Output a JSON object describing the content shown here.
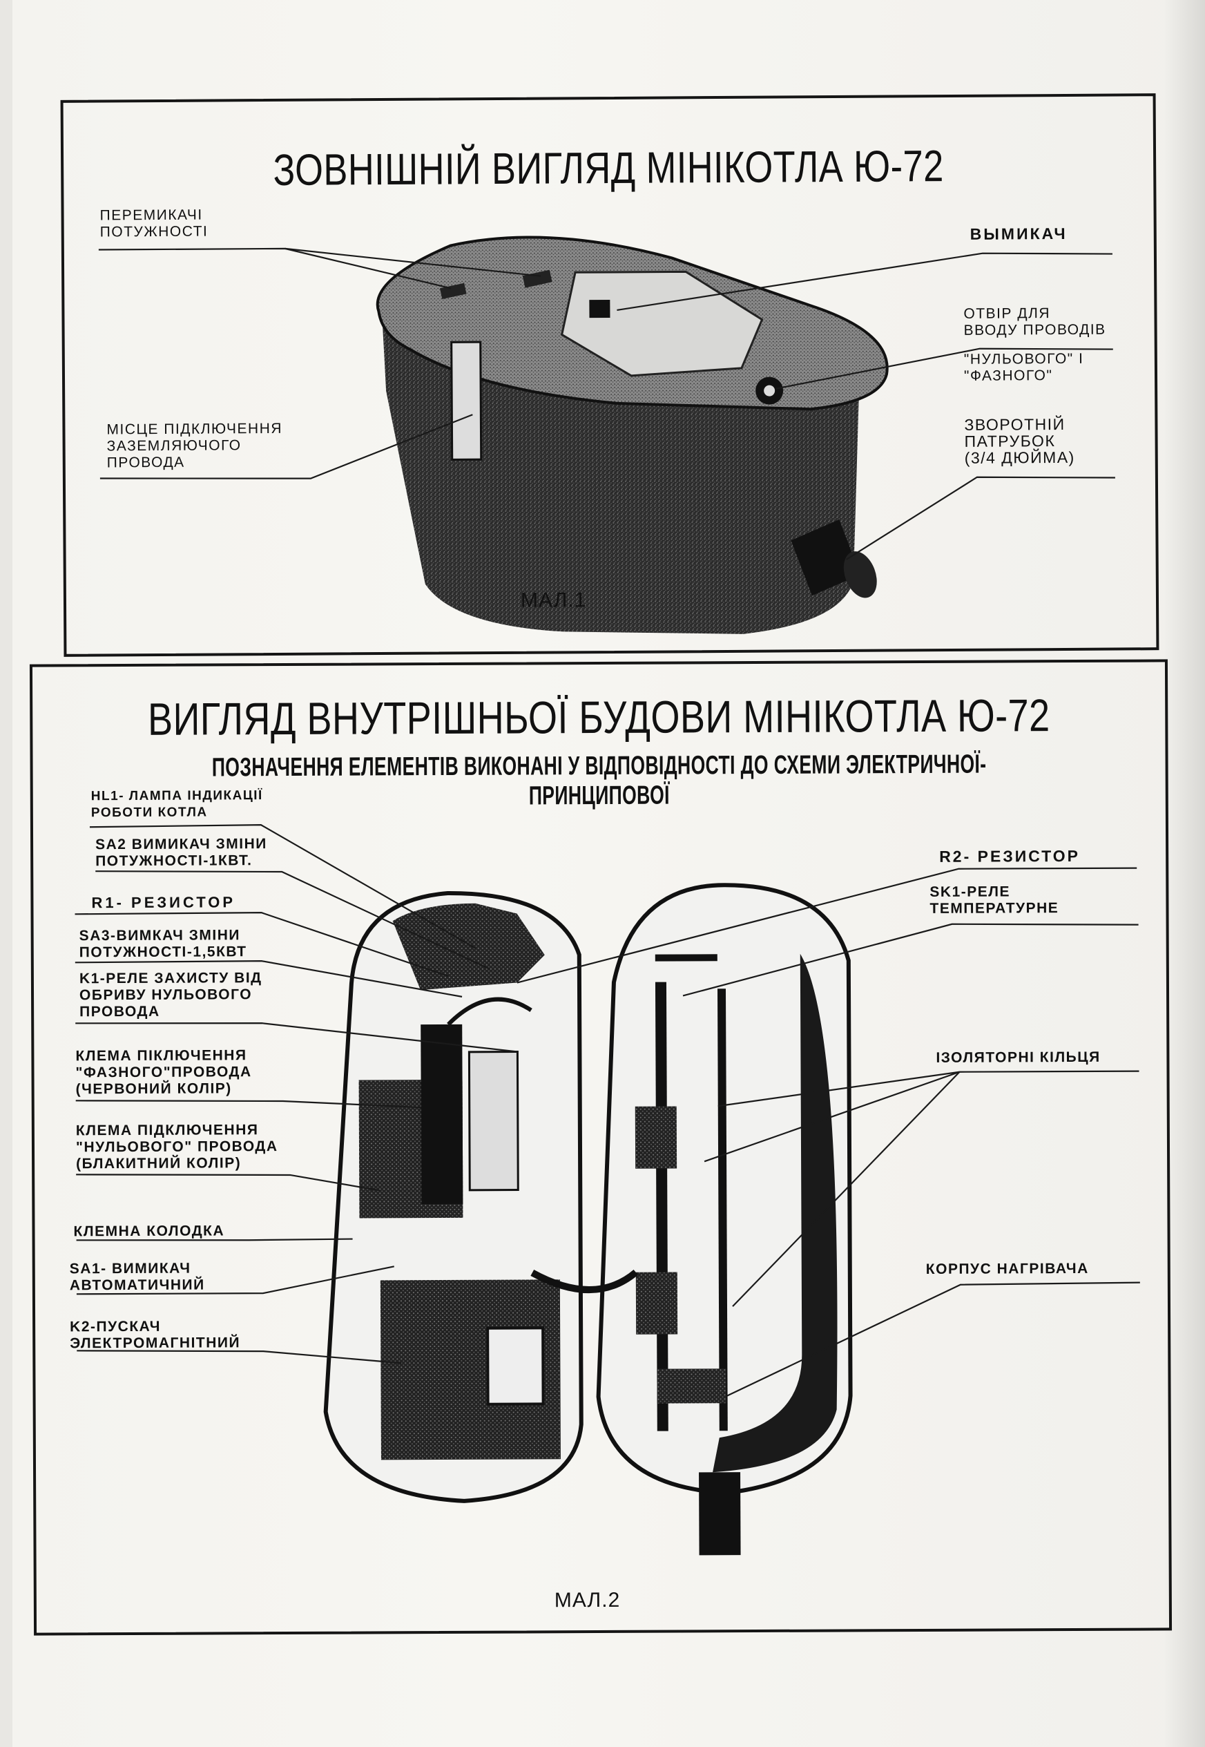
{
  "fig1": {
    "title": "ЗОВНІШНІЙ ВИГЛЯД  МІНІКОТЛА Ю-72",
    "caption": "МАЛ.1",
    "labels": {
      "power_switches": [
        "ПЕРЕМИКАЧІ",
        "ПОТУЖНОСТІ"
      ],
      "switch": "ВЫМИКАЧ",
      "wire_hole": [
        "ОТВІР ДЛЯ",
        "ВВОДУ ПРОВОДІВ",
        "\"НУЛЬОВОГО\" І",
        "\"ФАЗНОГО\""
      ],
      "ground": [
        "МІСЦЕ ПІДКЛЮЧЕННЯ",
        "ЗАЗЕМЛЯЮЧОГО",
        "ПРОВОДА"
      ],
      "return_pipe": [
        "ЗВОРОТНІЙ",
        "ПАТРУБОК",
        "(3/4 ДЮЙМА)"
      ]
    }
  },
  "fig2": {
    "title": "ВИГЛЯД ВНУТРІШНЬОЇ БУДОВИ  МІНІКОТЛА Ю-72",
    "subtitle": "ПОЗНАЧЕННЯ ЕЛЕМЕНТІВ ВИКОНАНІ У ВІДПОВІДНОСТІ ДО СХЕМИ ЭЛЕКТРИЧНОЇ- ПРИНЦИПОВОЇ",
    "caption": "МАЛ.2",
    "labels": {
      "hl1": [
        "HL1- ЛАМПА  ІНДИКАЦІЇ",
        "РОБОТИ КОТЛА"
      ],
      "sa2": [
        "SA2 ВИМИКАЧ ЗМІНИ",
        "ПОТУЖНОСТІ-1квт."
      ],
      "r1": [
        "R1- РЕЗИСТОР"
      ],
      "sa3": [
        "SA3-ВИМКАЧ ЗМІНИ",
        "ПОТУЖНОСТІ-1,5квт"
      ],
      "k1": [
        "K1-РЕЛЕ ЗАХИСТУ ВІД",
        "ОБРИВУ НУЛЬОВОГО",
        "ПРОВОДА"
      ],
      "phase": [
        "КЛЕМА ПІКЛЮЧЕННЯ",
        "\"ФАЗНОГО\"ПРОВОДА",
        "(ЧЕРВОНИЙ КОЛІР)"
      ],
      "neutral": [
        "КЛЕМА ПІДКЛЮЧЕННЯ",
        "\"НУЛЬОВОГО\" ПРОВОДА",
        "(БЛАКИТНИЙ КОЛІР)"
      ],
      "block": [
        "КЛЕМНА КОЛОДКА"
      ],
      "sa1": [
        "SA1- ВИМИКАЧ",
        "АВТОМАТИЧНИЙ"
      ],
      "k2": [
        "K2-ПУСКАЧ",
        "ЭЛЕКТРОМАГНІТНИЙ"
      ],
      "r2": [
        "R2- РЕЗИСТОР"
      ],
      "sk1": [
        "SK1-РЕЛЕ",
        "ТЕМПЕРАТУРНЕ"
      ],
      "rings": [
        "ІЗОЛЯТОРНІ КІЛЬЦЯ"
      ],
      "housing": [
        "КОРПУС НАГРІВАЧА"
      ]
    }
  }
}
